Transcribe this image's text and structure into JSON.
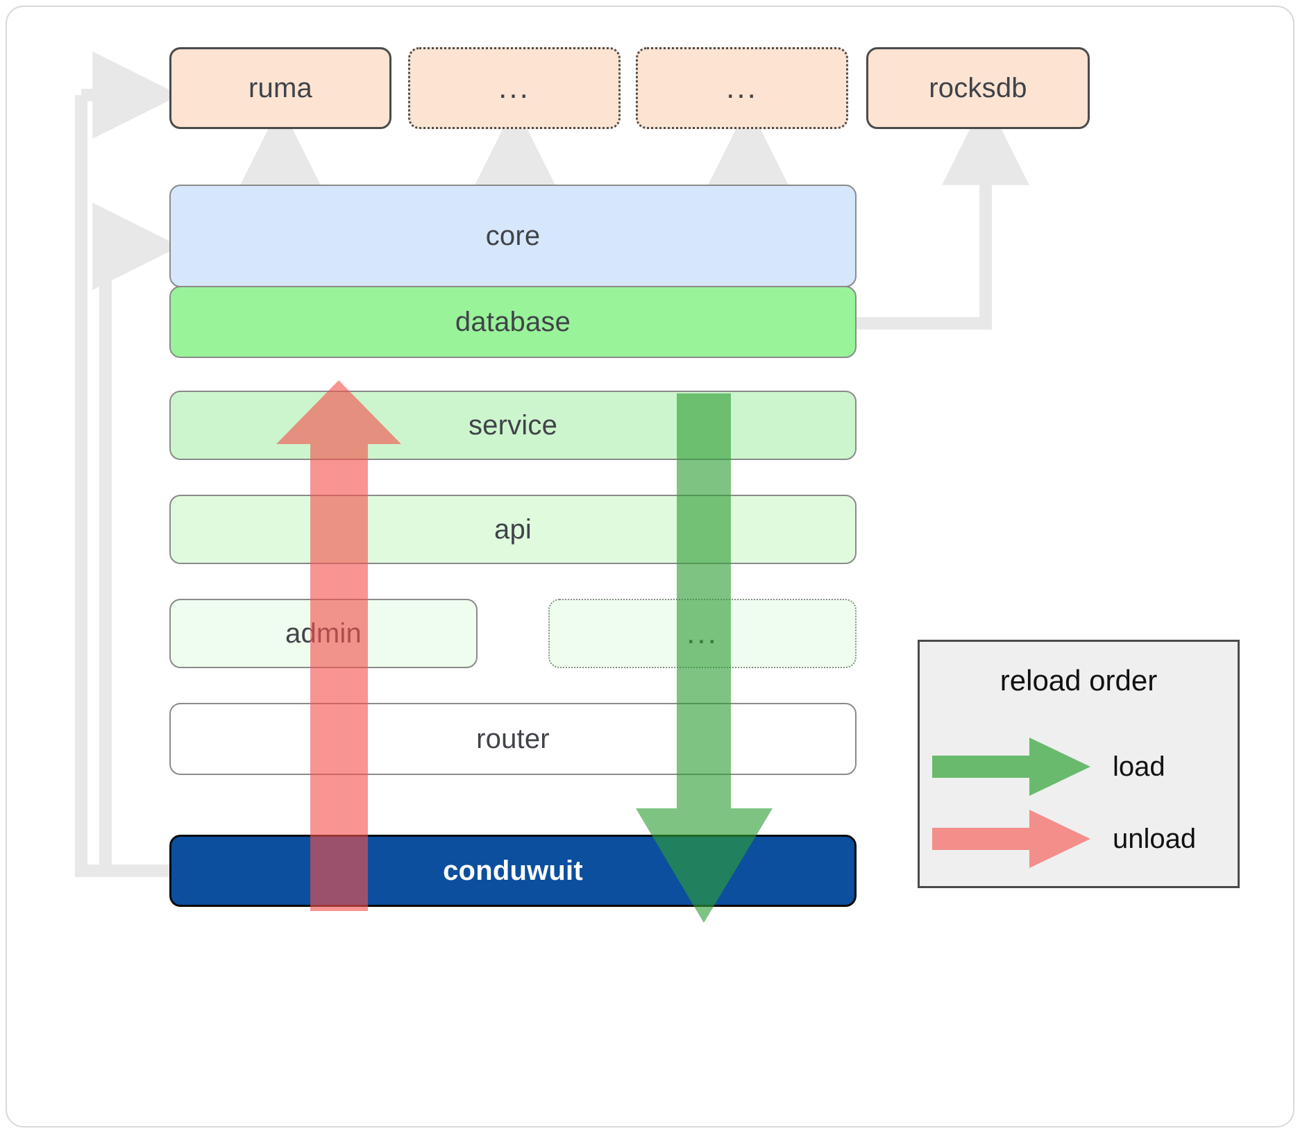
{
  "diagram": {
    "title": "conduwuit crate layering / reload order",
    "colors": {
      "dependency_fill": "#fce3d2",
      "core_fill": "#d6e7fb",
      "database_fill": "#99f399",
      "service_fill": "#cdf5cd",
      "api_fill": "#e0fade",
      "admin_fill": "#effdee",
      "router_fill": "#ffffff",
      "conduwuit_fill": "#0b4f9e",
      "connector_gray": "#e8e8e8",
      "load_green": "#4caf50",
      "unload_red": "#f4837f",
      "legend_bg": "#efefef",
      "border_dark": "#4a4a4a",
      "border_gray": "#8a8a8a",
      "panel_border": "#d9d9d9"
    },
    "dependencies": [
      {
        "id": "ruma",
        "label": "ruma",
        "style": "solid"
      },
      {
        "id": "dots-1",
        "label": "...",
        "style": "dotted"
      },
      {
        "id": "dots-2",
        "label": "...",
        "style": "dotted"
      },
      {
        "id": "rocksdb",
        "label": "rocksdb",
        "style": "solid"
      }
    ],
    "layers": [
      {
        "id": "core",
        "label": "core",
        "style": "solid"
      },
      {
        "id": "database",
        "label": "database",
        "style": "solid"
      },
      {
        "id": "service",
        "label": "service",
        "style": "solid"
      },
      {
        "id": "api",
        "label": "api",
        "style": "solid"
      },
      {
        "id": "admin",
        "label": "admin",
        "style": "solid"
      },
      {
        "id": "dots-low",
        "label": "...",
        "style": "dotted"
      },
      {
        "id": "router",
        "label": "router",
        "style": "solid"
      }
    ],
    "root": {
      "id": "conduwuit",
      "label": "conduwuit"
    },
    "legend": {
      "title": "reload order",
      "items": [
        {
          "id": "load",
          "label": "load",
          "color": "#4caf50",
          "direction": "right"
        },
        {
          "id": "unload",
          "label": "unload",
          "color": "#f4837f",
          "direction": "right"
        }
      ]
    },
    "flows": [
      {
        "id": "unload-arrow",
        "label": "unload",
        "direction": "up",
        "from": "router",
        "to": "database",
        "color": "#f4837f"
      },
      {
        "id": "load-arrow",
        "label": "load",
        "direction": "down",
        "from": "database",
        "to": "router",
        "color": "#4caf50"
      }
    ]
  }
}
